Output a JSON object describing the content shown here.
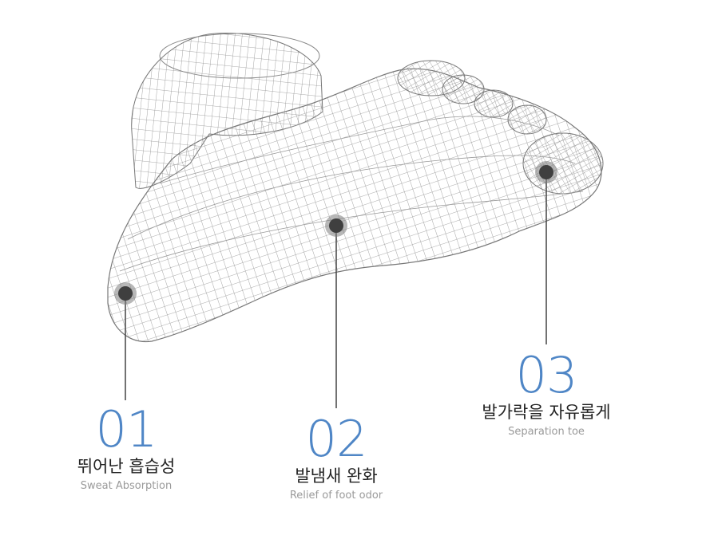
{
  "points": [
    {
      "number": "01",
      "title": "뛰어난 흡습성",
      "subtitle": "Sweat Absorption"
    },
    {
      "number": "02",
      "title": "발냄새 완화",
      "subtitle": "Relief of foot odor"
    },
    {
      "number": "03",
      "title": "발가락을 자유롭게",
      "subtitle": "Separation toe"
    }
  ],
  "colors": {
    "accent": "#4f86c6",
    "wire": "#8a8a8a",
    "marker": "#555555"
  }
}
